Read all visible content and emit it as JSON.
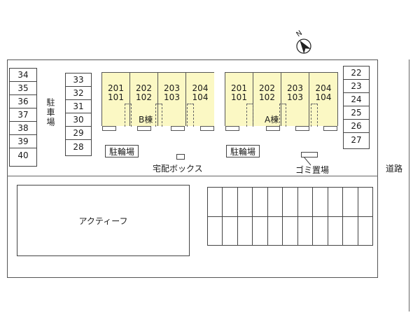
{
  "left_stalls": [
    "34",
    "35",
    "36",
    "37",
    "38",
    "39",
    "40"
  ],
  "middle_stalls": [
    "33",
    "32",
    "31",
    "30",
    "29",
    "28"
  ],
  "right_stalls": [
    "22",
    "23",
    "24",
    "25",
    "26",
    "27"
  ],
  "parking_label": "駐車場",
  "building_b": {
    "label": "B棟",
    "units": [
      {
        "upper": "201",
        "lower": "101"
      },
      {
        "upper": "202",
        "lower": "102"
      },
      {
        "upper": "203",
        "lower": "103"
      },
      {
        "upper": "204",
        "lower": "104"
      }
    ]
  },
  "building_a": {
    "label": "A棟",
    "units": [
      {
        "upper": "201",
        "lower": "101"
      },
      {
        "upper": "202",
        "lower": "102"
      },
      {
        "upper": "203",
        "lower": "103"
      },
      {
        "upper": "204",
        "lower": "104"
      }
    ]
  },
  "bicycle_parking_label": "駐輪場",
  "delivery_box_label": "宅配ボックス",
  "garbage_label": "ゴミ置場",
  "road_label": "道路",
  "neighbor_label": "アクティーフ",
  "north_label": "N"
}
